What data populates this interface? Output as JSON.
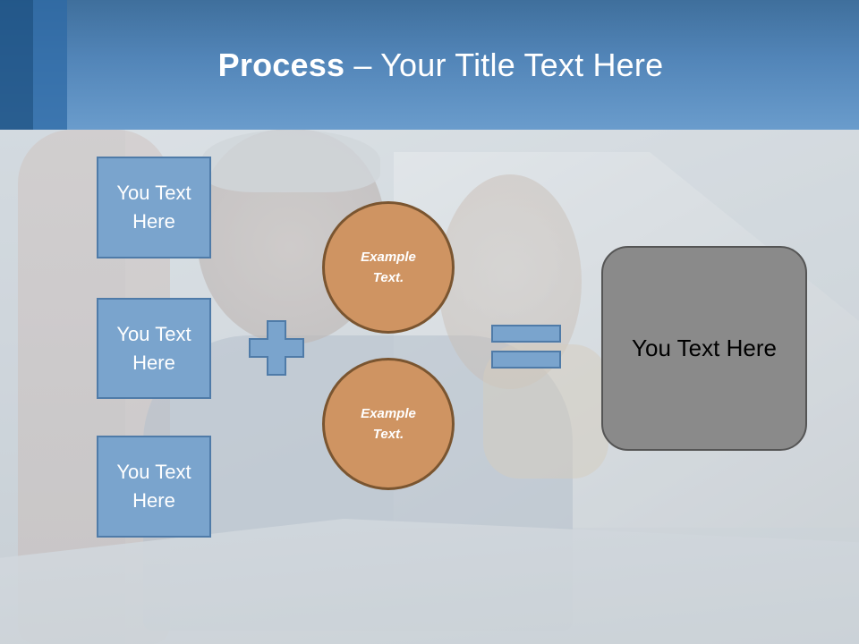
{
  "header": {
    "title_bold": "Process",
    "title_rest": " – Your Title Text Here"
  },
  "left_boxes": [
    {
      "text": "You Text Here"
    },
    {
      "text": "You Text Here"
    },
    {
      "text": "You Text Here"
    }
  ],
  "circles": [
    {
      "text": "Example Text."
    },
    {
      "text": "Example Text."
    }
  ],
  "result": {
    "text": "You Text Here"
  },
  "colors": {
    "header": "#5285b8",
    "box_fill": "#7aa4cd",
    "box_border": "#4f7ba8",
    "circle_fill": "#cf9462",
    "circle_border": "#7a5530",
    "result_fill": "#8a8a8a"
  },
  "icons": [
    "plus-icon",
    "equals-icon"
  ]
}
